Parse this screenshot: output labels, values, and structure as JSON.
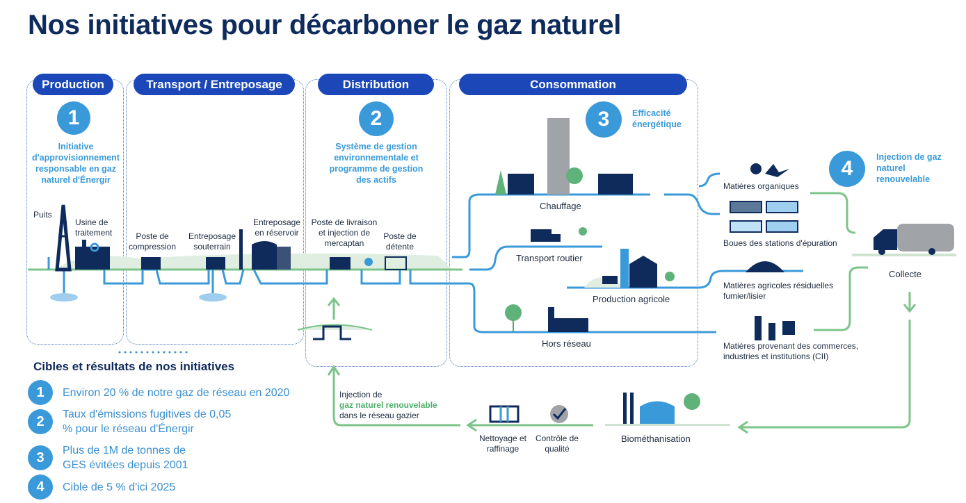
{
  "title": "Nos initiatives pour décarboner le gaz naturel",
  "stages": {
    "production": "Production",
    "transport": "Transport / Entreposage",
    "distribution": "Distribution",
    "consommation": "Consommation"
  },
  "initiatives": [
    {
      "number": "1",
      "text": "Initiative d'approvisionnement responsable en gaz naturel d'Énergir"
    },
    {
      "number": "2",
      "text": "Système de gestion environnementale et programme de gestion des actifs"
    },
    {
      "number": "3",
      "text": "Efficacité énergétique"
    },
    {
      "number": "4",
      "text": "Injection de gaz naturel renouvelable"
    }
  ],
  "facilities": {
    "puits": "Puits",
    "usine": "Usine de traitement",
    "compression": "Poste de compression",
    "souterrain": "Entreposage souterrain",
    "reservoir": "Entreposage en réservoir",
    "livraison": "Poste de livraison et injection de mercaptan",
    "detente": "Poste de détente"
  },
  "uses": {
    "chauffage": "Chauffage",
    "transport": "Transport routier",
    "agricole": "Production agricole",
    "hors": "Hors réseau"
  },
  "sources": {
    "organiques": "Matières organiques",
    "boues": "Boues des stations d'épuration",
    "agricoles": "Matières agricoles résiduelles fumier/lisier",
    "cii": "Matières provenant des commerces, industries et institutions (CII)"
  },
  "flow": {
    "collecte": "Collecte",
    "biomethanisation": "Biométhanisation",
    "nettoyage": "Nettoyage et raffinage",
    "controle": "Contrôle de qualité",
    "injection_1": "Injection de",
    "injection_2": "gaz naturel renouvelable",
    "injection_3": "dans le réseau gazier"
  },
  "legend": {
    "title": "Cibles et résultats de nos initiatives",
    "items": [
      {
        "number": "1",
        "text": "Environ 20 % de notre gaz de réseau en 2020"
      },
      {
        "number": "2",
        "text": "Taux d'émissions fugitives de 0,05 % pour le réseau d'Énergir"
      },
      {
        "number": "3",
        "text": "Plus de 1M de tonnes de GES évitées depuis 2001"
      },
      {
        "number": "4",
        "text": "Cible de 5 % d'ici 2025"
      }
    ]
  },
  "colors": {
    "navy": "#0f2b5b",
    "pill": "#1c47b8",
    "accent": "#3a9ad9",
    "green": "#7cc48a"
  }
}
